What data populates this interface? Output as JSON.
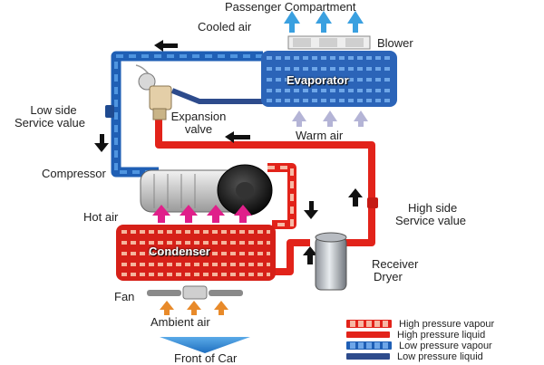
{
  "labels": {
    "passenger_compartment": "Passenger Compartment",
    "cooled_air": "Cooled air",
    "blower": "Blower",
    "evaporator": "Evaporator",
    "low_side_line1": "Low side",
    "low_side_line2": "Service value",
    "expansion_line1": "Expansion",
    "expansion_line2": "valve",
    "warm_air": "Warm air",
    "compressor": "Compressor",
    "high_side_line1": "High side",
    "high_side_line2": "Service value",
    "hot_air": "Hot air",
    "condenser": "Condenser",
    "receiver_line1": "Receiver",
    "receiver_line2": "Dryer",
    "fan": "Fan",
    "ambient_air": "Ambient air",
    "front_of_car": "Front of Car"
  },
  "legend": [
    {
      "label": "High pressure vapour",
      "color": "#f4a48a",
      "pattern": "dashed"
    },
    {
      "label": "High pressure liquid",
      "color": "#e2231a",
      "pattern": "solid"
    },
    {
      "label": "Low pressure vapour",
      "color": "#2b6fc2",
      "pattern": "dashed"
    },
    {
      "label": "Low pressure liquid",
      "color": "#334a8a",
      "pattern": "solid"
    }
  ],
  "colors": {
    "high_vapour": "#f08a6a",
    "high_liquid": "#e2231a",
    "low_vapour": "#2b6fc2",
    "low_liquid": "#2d4b8c",
    "cooled_air_arrow": "#3aa0e0",
    "warm_air_arrow": "#b8b8d8",
    "hot_air_arrow": "#e0208a",
    "ambient_air_arrow": "#e88a2a",
    "front_arrow": "#3a8fd8"
  }
}
